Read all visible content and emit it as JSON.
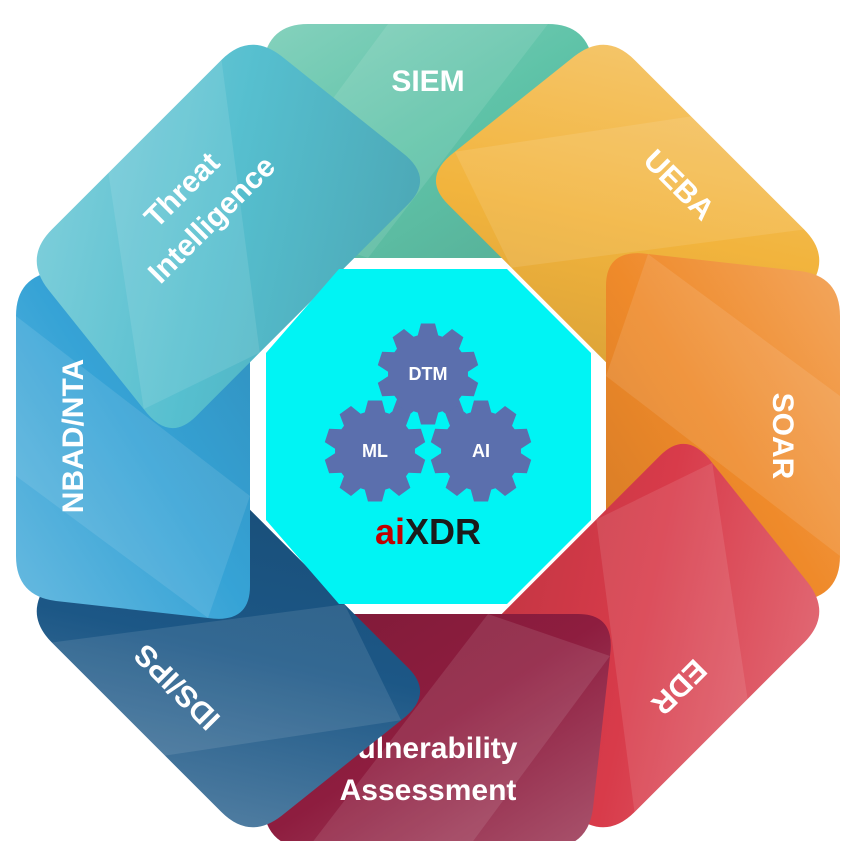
{
  "center": {
    "title_prefix": "ai",
    "title_suffix": "XDR",
    "color": "#00f4f4",
    "prefix_color": "#c00000",
    "suffix_color": "#1b1b1b",
    "gears": [
      {
        "id": "dtm",
        "label": "DTM"
      },
      {
        "id": "ml",
        "label": "ML"
      },
      {
        "id": "ai",
        "label": "AI"
      }
    ],
    "gear_color": "#5b6fad"
  },
  "segments": [
    {
      "id": "siem",
      "lines": [
        "SIEM"
      ],
      "color": "#5fc3a8"
    },
    {
      "id": "ueba",
      "lines": [
        "UEBA"
      ],
      "color": "#f2b43d"
    },
    {
      "id": "soar",
      "lines": [
        "SOAR"
      ],
      "color": "#ef8a2a"
    },
    {
      "id": "edr",
      "lines": [
        "EDR"
      ],
      "color": "#d83b4a"
    },
    {
      "id": "vulnerability-assessment",
      "lines": [
        "Vulnerability",
        "Assessment"
      ],
      "color": "#8e1d3f"
    },
    {
      "id": "ids-ips",
      "lines": [
        "IDS/IPS"
      ],
      "color": "#1c5786"
    },
    {
      "id": "nbad-nta",
      "lines": [
        "NBAD/NTA"
      ],
      "color": "#36a3d6"
    },
    {
      "id": "threat-intelligence",
      "lines": [
        "Threat",
        "Intelligence"
      ],
      "color": "#56bfcf"
    }
  ]
}
